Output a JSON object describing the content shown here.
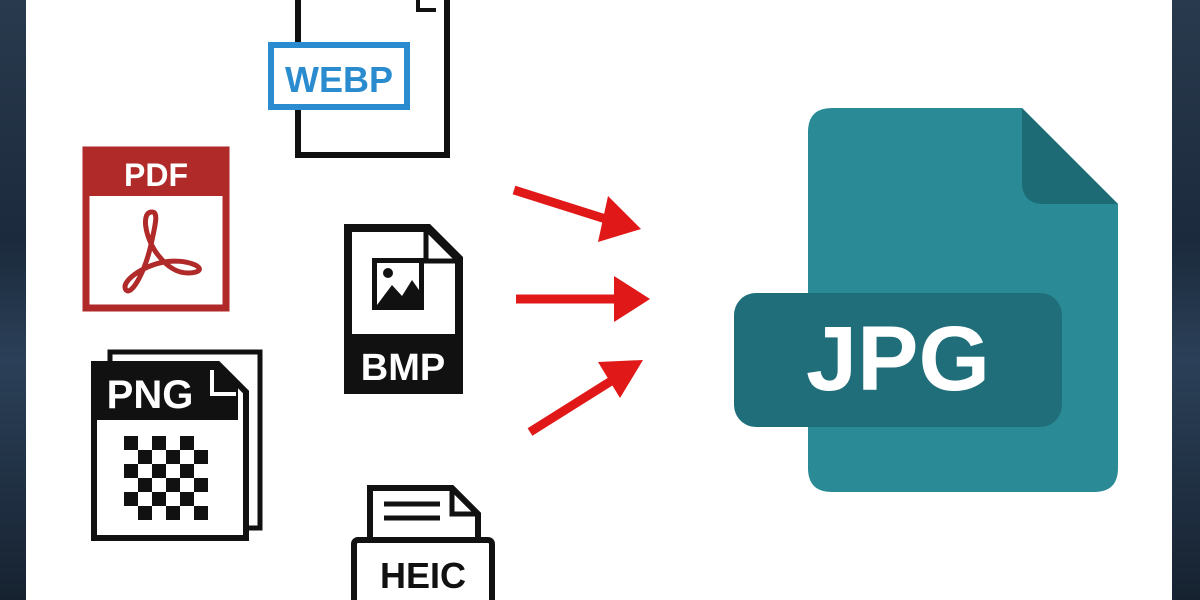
{
  "formats": {
    "webp": "WEBP",
    "pdf": "PDF",
    "bmp": "BMP",
    "png": "PNG",
    "heic": "HEIC",
    "jpg": "JPG"
  },
  "icons": {
    "source": [
      "webp-file-icon",
      "pdf-file-icon",
      "bmp-file-icon",
      "png-file-icon",
      "heic-file-icon"
    ],
    "target": "jpg-file-icon",
    "arrows": [
      "arrow-right-icon",
      "arrow-right-icon",
      "arrow-right-icon"
    ]
  },
  "colors": {
    "pdf_red": "#b02a2a",
    "webp_blue": "#2a8ccf",
    "arrow_red": "#e01818",
    "jpg_teal": "#2a8a96",
    "jpg_teal_dark": "#1f6e79",
    "jpg_fold": "#1c6b75",
    "outline": "#111111"
  }
}
